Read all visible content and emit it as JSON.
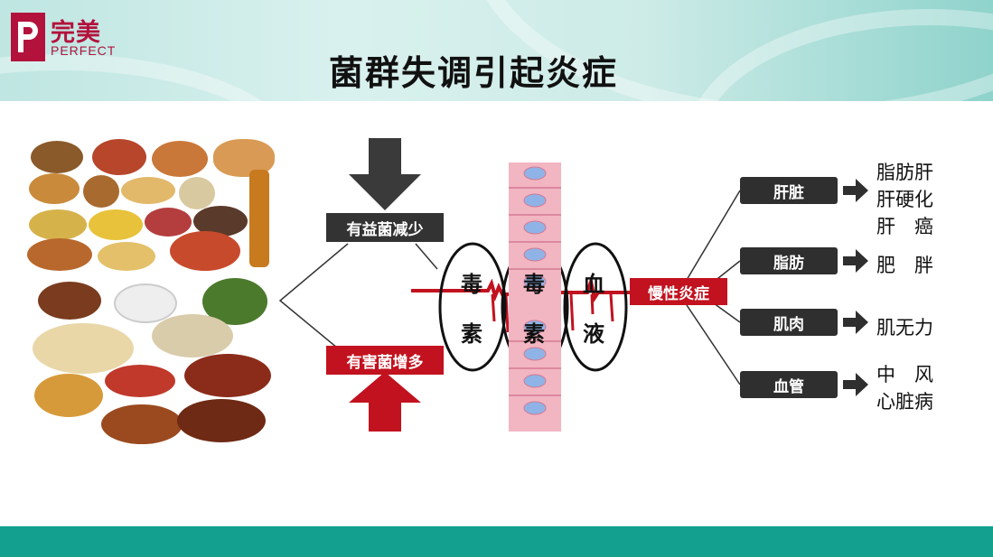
{
  "header": {
    "logo_cn": "完美",
    "logo_en": "PERFECT",
    "title": "菌群失调引起炎症"
  },
  "bacteria": {
    "beneficial": "有益菌减少",
    "harmful": "有害菌增多"
  },
  "toxins": [
    "毒",
    "素",
    "毒",
    "素",
    "血",
    "液"
  ],
  "chronic": "慢性炎症",
  "organs": [
    {
      "name": "肝脏",
      "diseases": [
        "脂肪肝",
        "肝硬化",
        "肝　癌"
      ]
    },
    {
      "name": "脂肪",
      "diseases": [
        "肥　胖"
      ]
    },
    {
      "name": "肌肉",
      "diseases": [
        "肌无力"
      ]
    },
    {
      "name": "血管",
      "diseases": [
        "中　风",
        "心脏病"
      ]
    }
  ],
  "colors": {
    "accent_red": "#c2121f",
    "dark_box": "#333333",
    "footer_teal": "#14a08f",
    "brand": "#b3123c"
  }
}
